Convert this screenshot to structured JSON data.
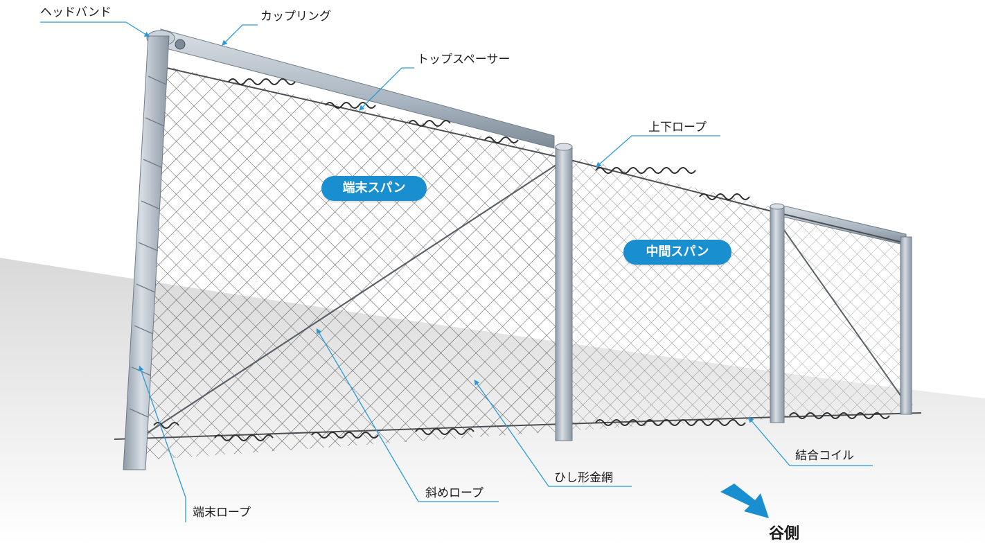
{
  "labels": {
    "head_band": "ヘッドバンド",
    "coupling": "カップリング",
    "top_spacer": "トップスペーサー",
    "top_bottom_rope": "上下ロープ",
    "end_rope": "端末ロープ",
    "diagonal_rope": "斜めロープ",
    "diamond_mesh": "ひし形金網",
    "joint_coil": "結合コイル"
  },
  "spans": {
    "end_span": "端末スパン",
    "middle_span": "中間スパン"
  },
  "direction": {
    "label": "谷側"
  },
  "colors": {
    "accent": "#1a8fcf",
    "pole": "#b7c3cf",
    "mesh": "#3a3a3a",
    "leader": "#2a9ad6"
  }
}
